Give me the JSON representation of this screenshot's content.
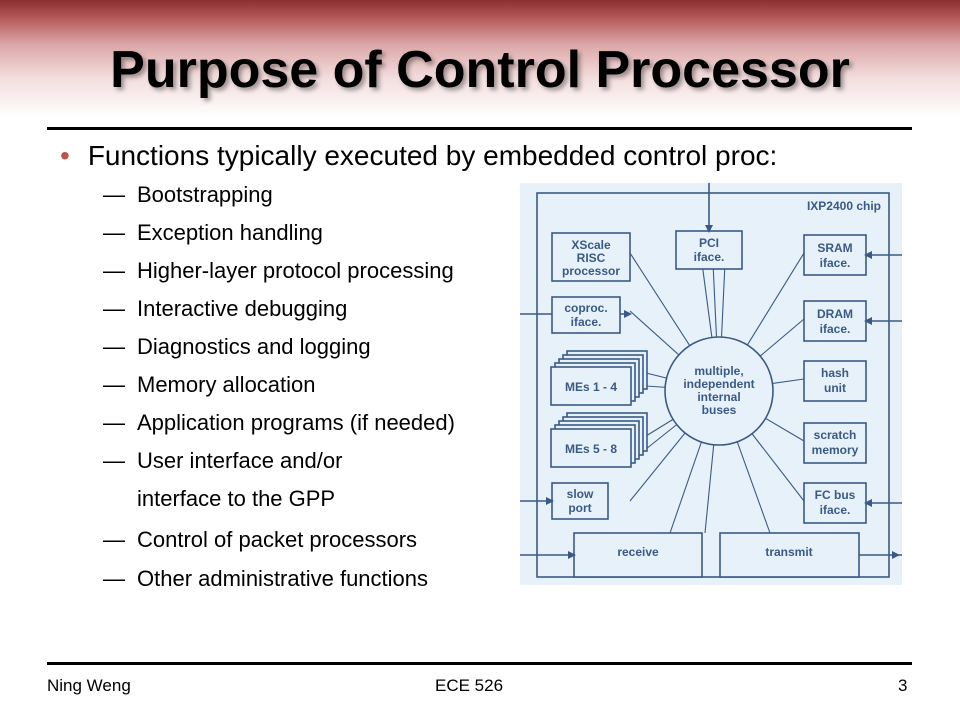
{
  "slide": {
    "title": "Purpose of Control Processor",
    "bullet": "Functions typically executed by embedded control proc:",
    "sub_items": [
      "Bootstrapping",
      "Exception handling",
      "Higher-layer protocol processing",
      "Interactive debugging",
      "Diagnostics and logging",
      "Memory allocation",
      "Application programs (if needed)",
      "User interface and/or",
      "interface to the GPP",
      "Control of packet processors",
      "Other administrative functions"
    ],
    "sub_dashes": [
      "—"
    ]
  },
  "diagram": {
    "chip_label": "IXP2400 chip",
    "xscale": [
      "XScale",
      "RISC",
      "processor"
    ],
    "pci": [
      "PCI",
      "iface."
    ],
    "sram": [
      "SRAM",
      "iface."
    ],
    "coproc": [
      "coproc.",
      "iface."
    ],
    "dram": [
      "DRAM",
      "iface."
    ],
    "hash": [
      "hash",
      "unit"
    ],
    "mes1": "MEs 1 - 4",
    "mes2": "MEs 5 - 8",
    "scratch": [
      "scratch",
      "memory"
    ],
    "slow": [
      "slow",
      "port"
    ],
    "fcbus": [
      "FC bus",
      "iface."
    ],
    "center": [
      "multiple,",
      "independent",
      "internal",
      "buses"
    ],
    "receive": "receive",
    "transmit": "transmit"
  },
  "footer": {
    "author": "Ning Weng",
    "course": "ECE 526",
    "page": "3"
  },
  "colors": {
    "accent": "#c0504d",
    "band": "#8e2f31",
    "diagram_bg": "#e7f1fa",
    "diagram_line": "#3a5a85"
  }
}
